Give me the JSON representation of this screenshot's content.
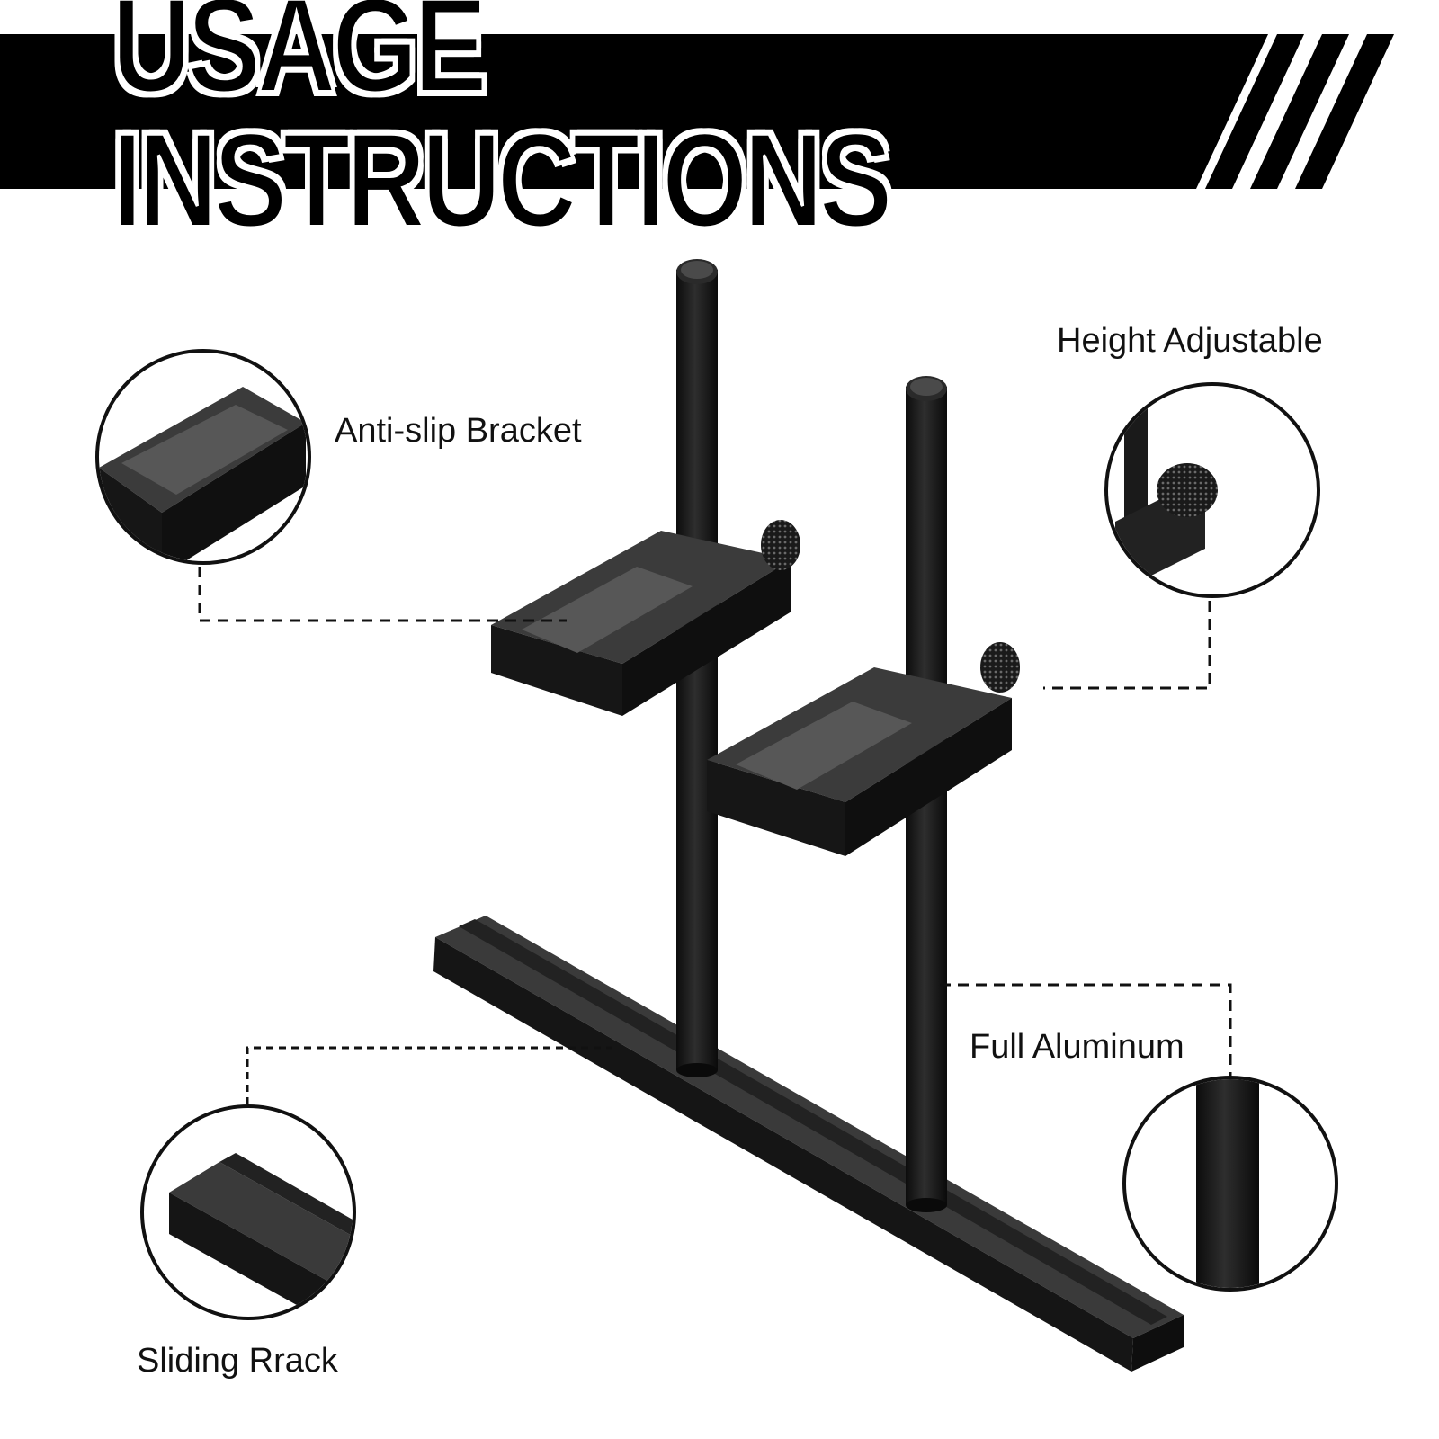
{
  "banner": {
    "title": "USAGE INSTRUCTIONS"
  },
  "callouts": {
    "anti_slip": "Anti-slip Bracket",
    "height": "Height Adjustable",
    "full_aluminum": "Full Aluminum",
    "sliding": "Sliding Rrack"
  },
  "colors": {
    "banner": "#000000",
    "metal_dark": "#1c1c1c",
    "metal_mid": "#3a3a3a",
    "metal_light": "#5a5a5a",
    "outline": "#111111"
  }
}
